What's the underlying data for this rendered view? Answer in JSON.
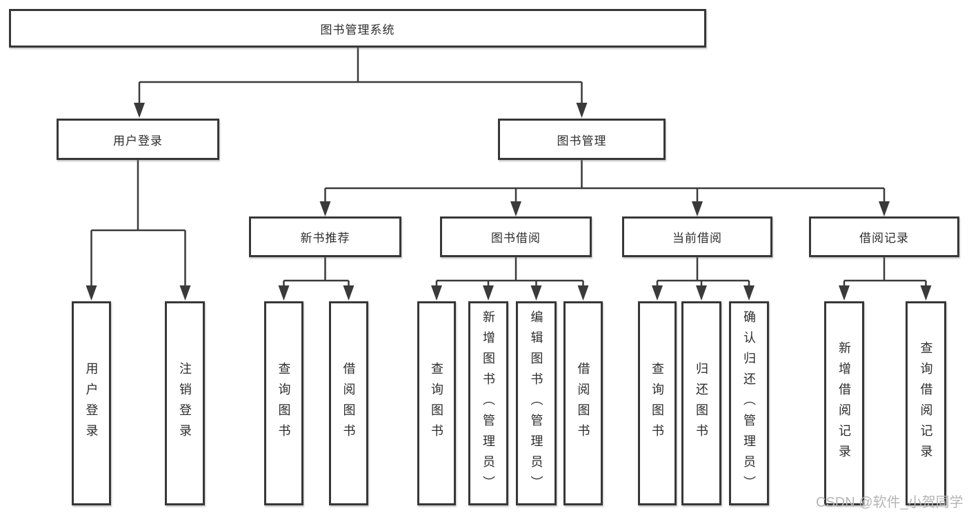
{
  "tree": {
    "label": "图书管理系统",
    "children": [
      {
        "label": "用户登录",
        "children": [
          {
            "label": "用户登录"
          },
          {
            "label": "注销登录"
          }
        ]
      },
      {
        "label": "图书管理",
        "children": [
          {
            "label": "新书推荐",
            "children": [
              {
                "label": "查询图书"
              },
              {
                "label": "借阅图书"
              }
            ]
          },
          {
            "label": "图书借阅",
            "children": [
              {
                "label": "查询图书"
              },
              {
                "label": "新增图书（管理员）"
              },
              {
                "label": "编辑图书（管理员）"
              },
              {
                "label": "借阅图书"
              }
            ]
          },
          {
            "label": "当前借阅",
            "children": [
              {
                "label": "查询图书"
              },
              {
                "label": "归还图书"
              },
              {
                "label": "确认归还（管理员）"
              }
            ]
          },
          {
            "label": "借阅记录",
            "children": [
              {
                "label": "新增借阅记录"
              },
              {
                "label": "查询借阅记录"
              }
            ]
          }
        ]
      }
    ]
  },
  "watermark": "CSDN @软件_小贺同学",
  "colors": {
    "line": "#3a3a3a",
    "box_border": "#373737",
    "text": "#2d2d2d",
    "watermark": "#b5b5b5",
    "background": "#ffffff"
  }
}
